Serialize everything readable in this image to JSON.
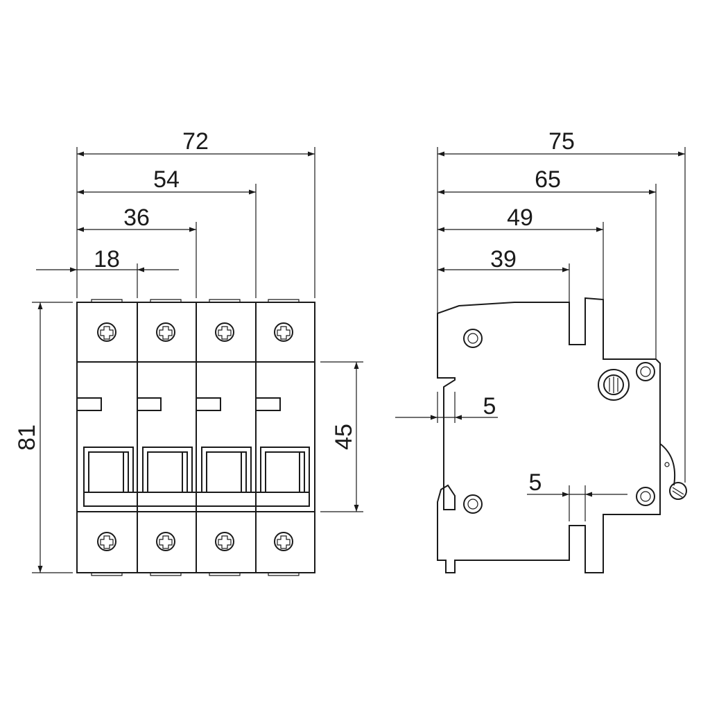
{
  "front_view": {
    "dim_total_width": "72",
    "dim_three_poles": "54",
    "dim_two_poles": "36",
    "dim_pole_width": "18",
    "dim_height": "81",
    "dim_front_height": "45"
  },
  "side_view": {
    "dim_total_depth": "75",
    "dim_depth_to_front": "65",
    "dim_depth_to_step": "49",
    "dim_depth_to_rail_clip": "39",
    "dim_rail_notch_left": "5",
    "dim_rail_notch_bottom": "5"
  },
  "colors": {
    "line": "#1a1a1a",
    "background": "#ffffff"
  }
}
